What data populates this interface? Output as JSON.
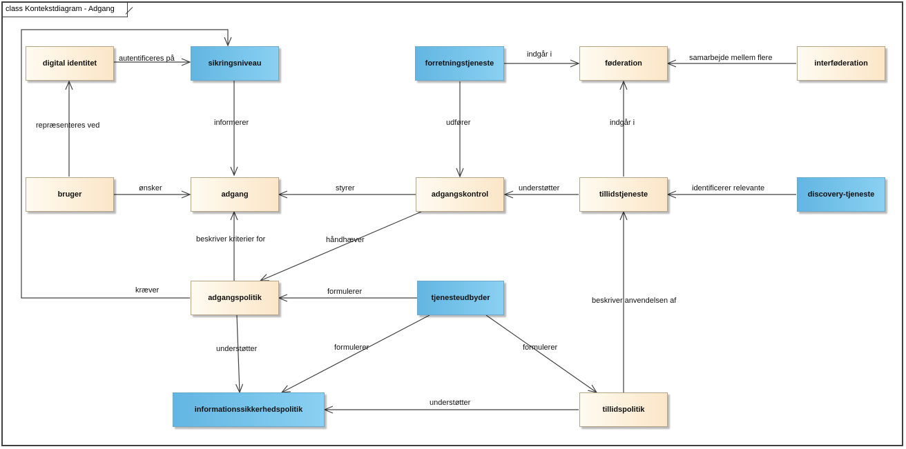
{
  "diagram_title": "class Kontekstdiagram - Adgang",
  "nodes": {
    "digital_identitet": {
      "label": "digital identitet",
      "color": "beige"
    },
    "sikringsniveau": {
      "label": "sikringsniveau",
      "color": "blue"
    },
    "forretningstjeneste": {
      "label": "forretningstjeneste",
      "color": "blue"
    },
    "foederation": {
      "label": "føderation",
      "color": "beige"
    },
    "interfoederation": {
      "label": "interføderation",
      "color": "beige"
    },
    "bruger": {
      "label": "bruger",
      "color": "beige"
    },
    "adgang": {
      "label": "adgang",
      "color": "beige"
    },
    "adgangskontrol": {
      "label": "adgangskontrol",
      "color": "beige"
    },
    "tillidstjeneste": {
      "label": "tillidstjeneste",
      "color": "beige"
    },
    "discovery_tjeneste": {
      "label": "discovery-tjeneste",
      "color": "blue"
    },
    "adgangspolitik": {
      "label": "adgangspolitik",
      "color": "beige"
    },
    "tjenesteudbyder": {
      "label": "tjenesteudbyder",
      "color": "blue"
    },
    "informationssikkerhedspolitik": {
      "label": "informationssikkerhedspolitik",
      "color": "blue"
    },
    "tillidspolitik": {
      "label": "tillidspolitik",
      "color": "beige"
    }
  },
  "edges": {
    "autentificeres_paa": "autentificeres på",
    "repraesenteres_ved": "repræsenteres ved",
    "informerer": "informerer",
    "oensker": "ønsker",
    "styrer": "styrer",
    "udfoerer": "udfører",
    "indgaar_i_forretning": "indgår i",
    "samarbejde": "samarbejde mellem flere",
    "indgaar_i_tillid": "indgår i",
    "understoetter_tillidstjeneste": "understøtter",
    "identificerer": "identificerer relevante",
    "haandhaever": "håndhæver",
    "beskriver_kriterier": "beskriver kriterier for",
    "kraever": "kræver",
    "formulerer_politik": "formulerer",
    "understoetter_politik": "understøtter",
    "formulerer_infosik": "formulerer",
    "formulerer_tillid": "formulerer",
    "understoetter_infosik": "understøtter",
    "beskriver_anvendelsen": "beskriver anvendelsen af"
  },
  "colors": {
    "blue_fill": "#75c3ea",
    "beige_fill": "#fbe6c7",
    "line": "#404040"
  }
}
